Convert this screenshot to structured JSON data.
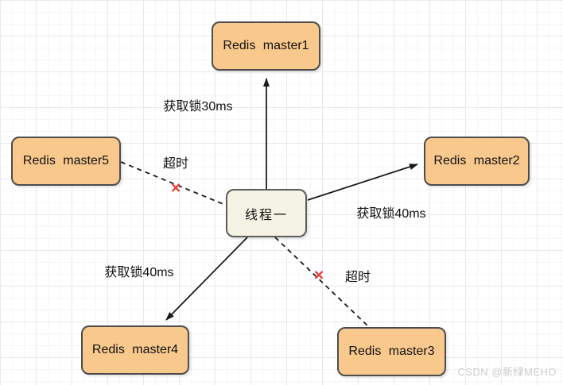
{
  "nodes": {
    "thread": "线程一",
    "master1": "Redis master1",
    "master2": "Redis master2",
    "master3": "Redis master3",
    "master4": "Redis master4",
    "master5": "Redis master5"
  },
  "edges": [
    {
      "from": "thread",
      "to": "master1",
      "style": "solid",
      "arrow": true,
      "label": "获取锁30ms"
    },
    {
      "from": "thread",
      "to": "master2",
      "style": "solid",
      "arrow": true,
      "label": "获取锁40ms"
    },
    {
      "from": "thread",
      "to": "master4",
      "style": "solid",
      "arrow": true,
      "label": "获取锁40ms"
    },
    {
      "from": "master5",
      "to": "thread",
      "style": "dashed",
      "arrow": false,
      "label": "超时",
      "mark": "×"
    },
    {
      "from": "thread",
      "to": "master3",
      "style": "dashed",
      "arrow": false,
      "label": "超时",
      "mark": "×"
    }
  ],
  "colors": {
    "node_fill": "#f9c88d",
    "node_border": "#4d4d4d",
    "thread_fill": "#f5f3e4",
    "thread_border": "#5c5c5c",
    "edge_line": "#1a1a1a",
    "timeout_x": "#e8413c",
    "grid_line": "#e9e9e9",
    "watermark_text": "#cbcbcb"
  },
  "watermark": "CSDN @新绿MEHO"
}
